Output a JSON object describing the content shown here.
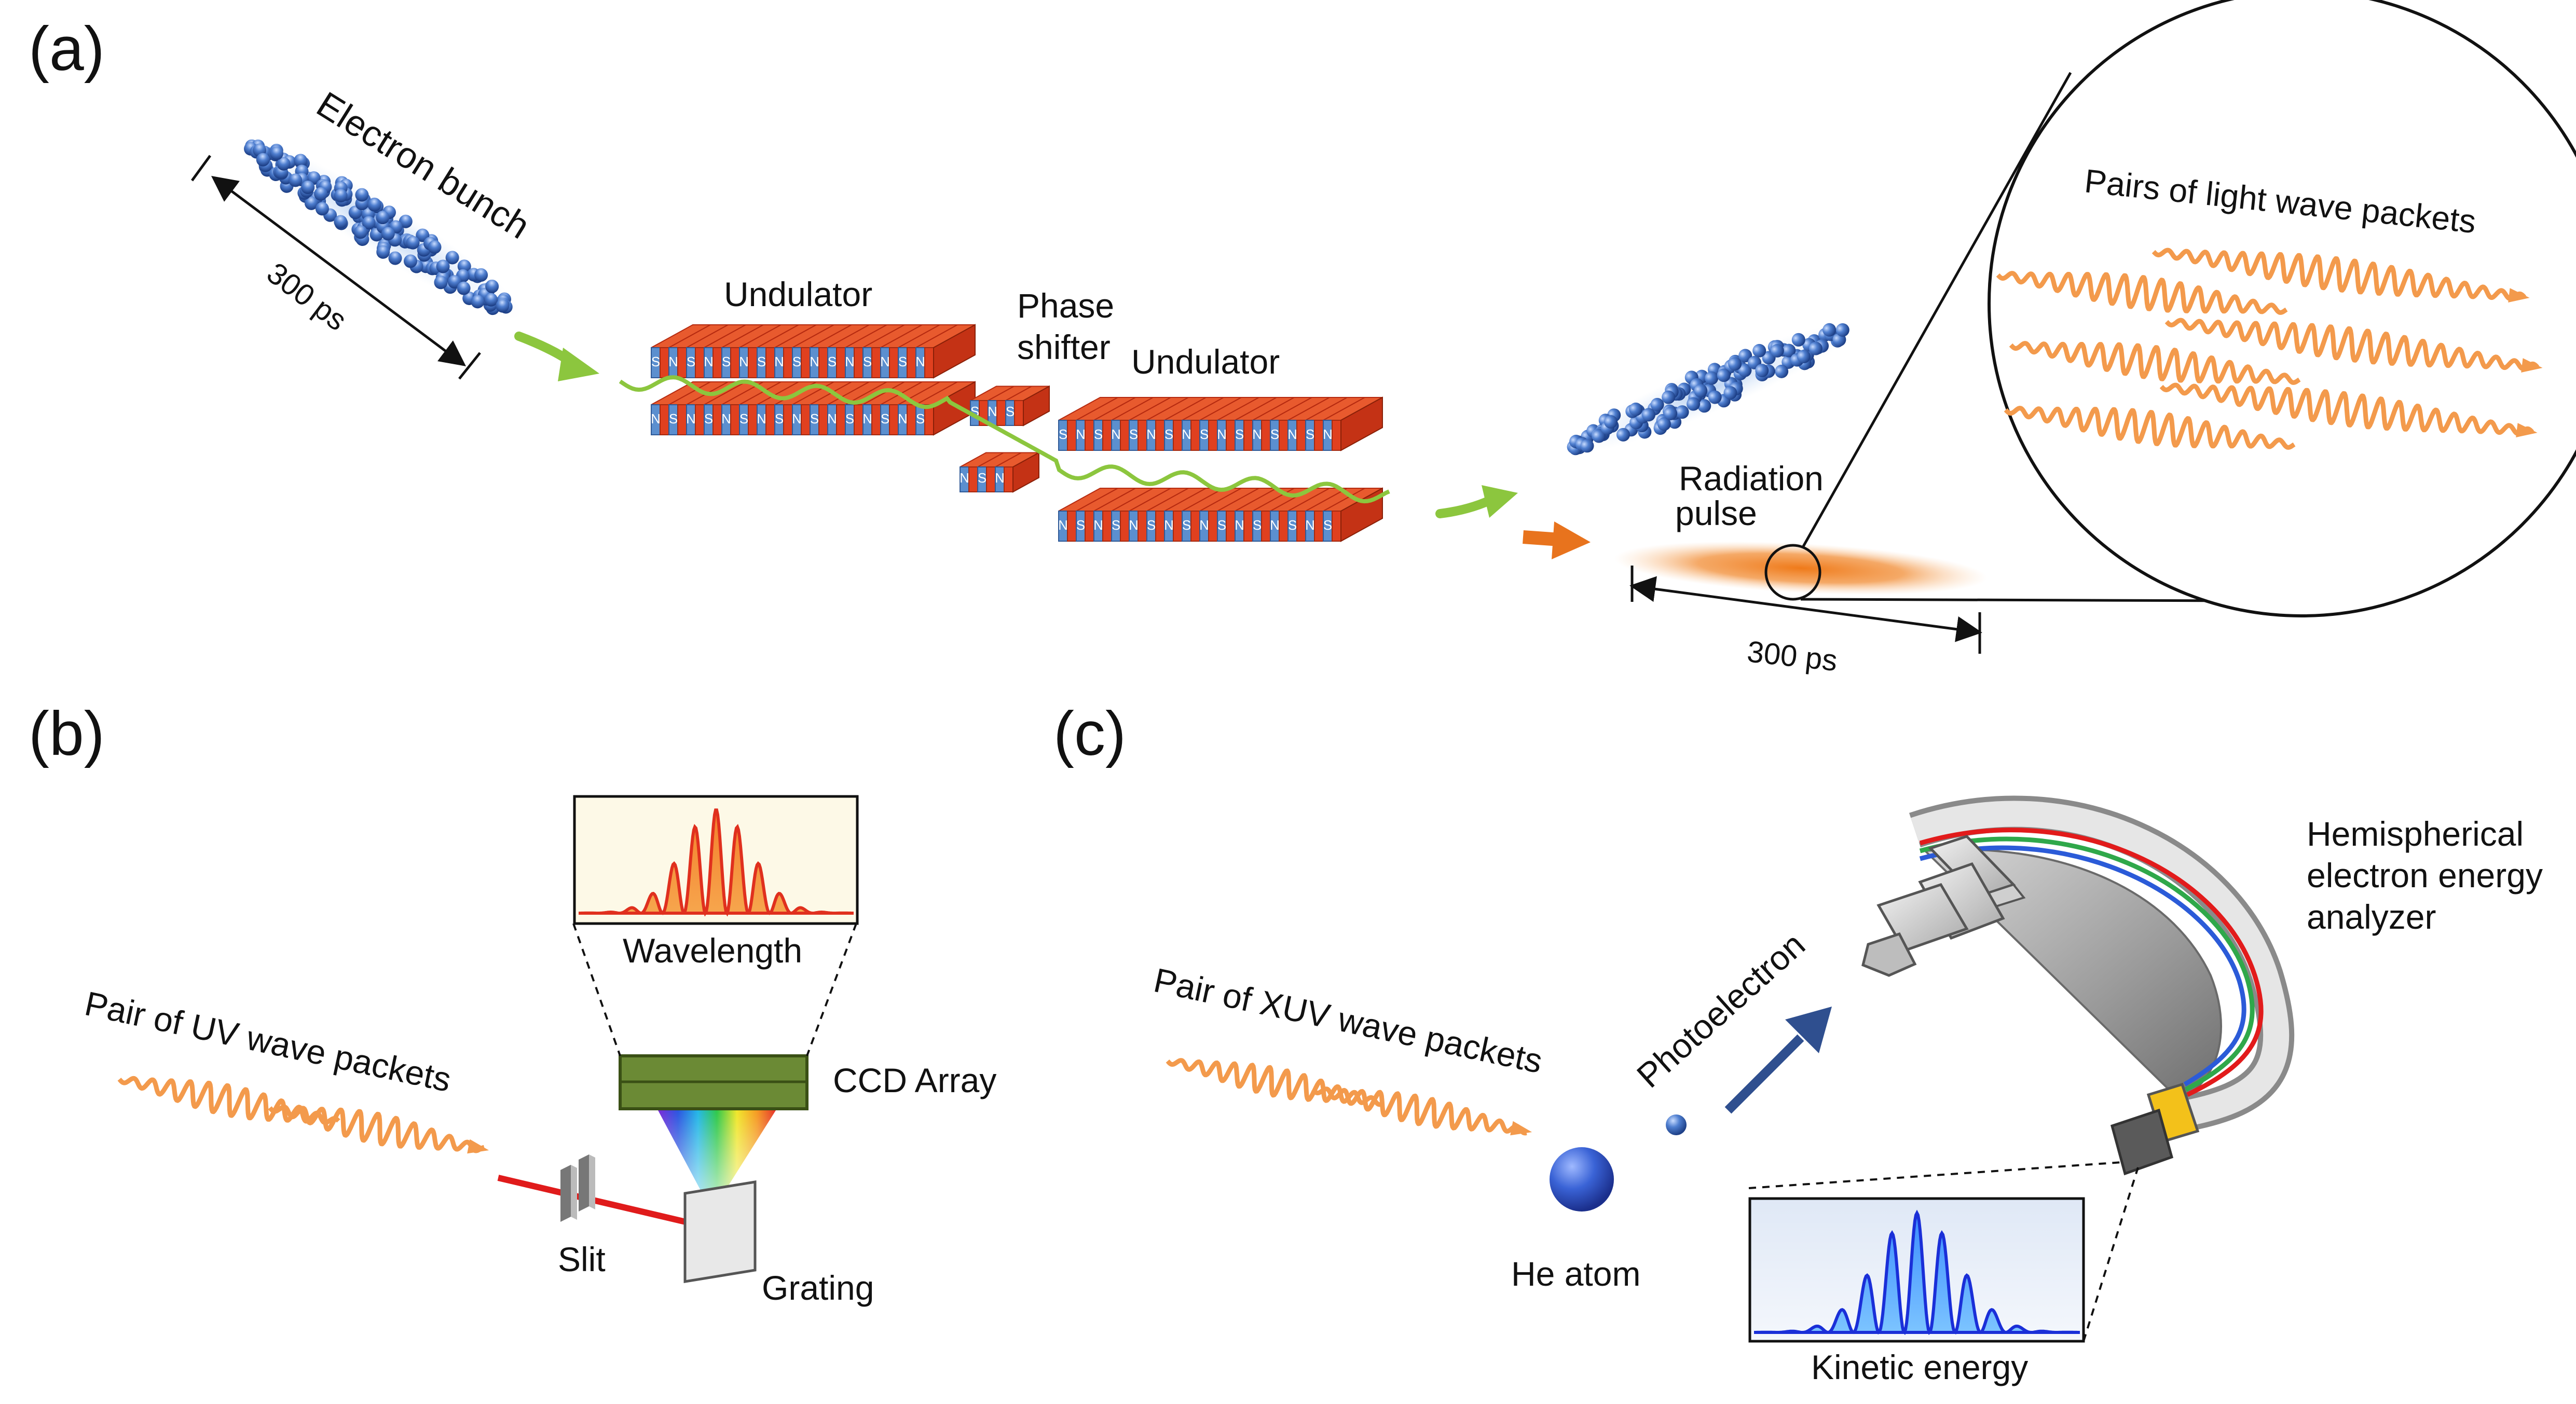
{
  "panels": {
    "a": {
      "label": "(a)",
      "electron_bunch": "Electron bunch",
      "bunch_duration": "300 ps",
      "undulator_1": "Undulator",
      "phase_shifter_line1": "Phase",
      "phase_shifter_line2": "shifter",
      "undulator_2": "Undulator",
      "radiation_line1": "Radiation",
      "radiation_line2": "pulse",
      "pulse_duration": "300 ps",
      "zoom_title": "Pairs of light wave packets",
      "magnet_letters": [
        "S",
        "N"
      ]
    },
    "b": {
      "label": "(b)",
      "pair_uv": "Pair of UV wave packets",
      "spectrum_axis": "Wavelength",
      "ccd": "CCD Array",
      "slit": "Slit",
      "grating": "Grating"
    },
    "c": {
      "label": "(c)",
      "pair_xuv": "Pair of XUV wave packets",
      "photoelectron": "Photoelectron",
      "he_atom": "He atom",
      "analyzer_line1": "Hemispherical",
      "analyzer_line2": "electron energy",
      "analyzer_line3": "analyzer",
      "spectrum_axis": "Kinetic energy"
    }
  },
  "colors": {
    "electron": "#3f6fc0",
    "wave_orange": "#f39a4c",
    "green_arrow": "#8cc63e",
    "orange_arrow": "#e8731d",
    "magnet_red": "#e0401f",
    "magnet_blue": "#5b8fcf",
    "ccd_green": "#6b8a35",
    "uv_spectrum": "#f0642a",
    "ke_spectrum": "#3d7bea",
    "photoelectron_arrow": "#2f4f8f"
  },
  "icons": [
    "double-arrow-icon",
    "wave-packet-icon",
    "electron-icon",
    "magnet-icon"
  ]
}
